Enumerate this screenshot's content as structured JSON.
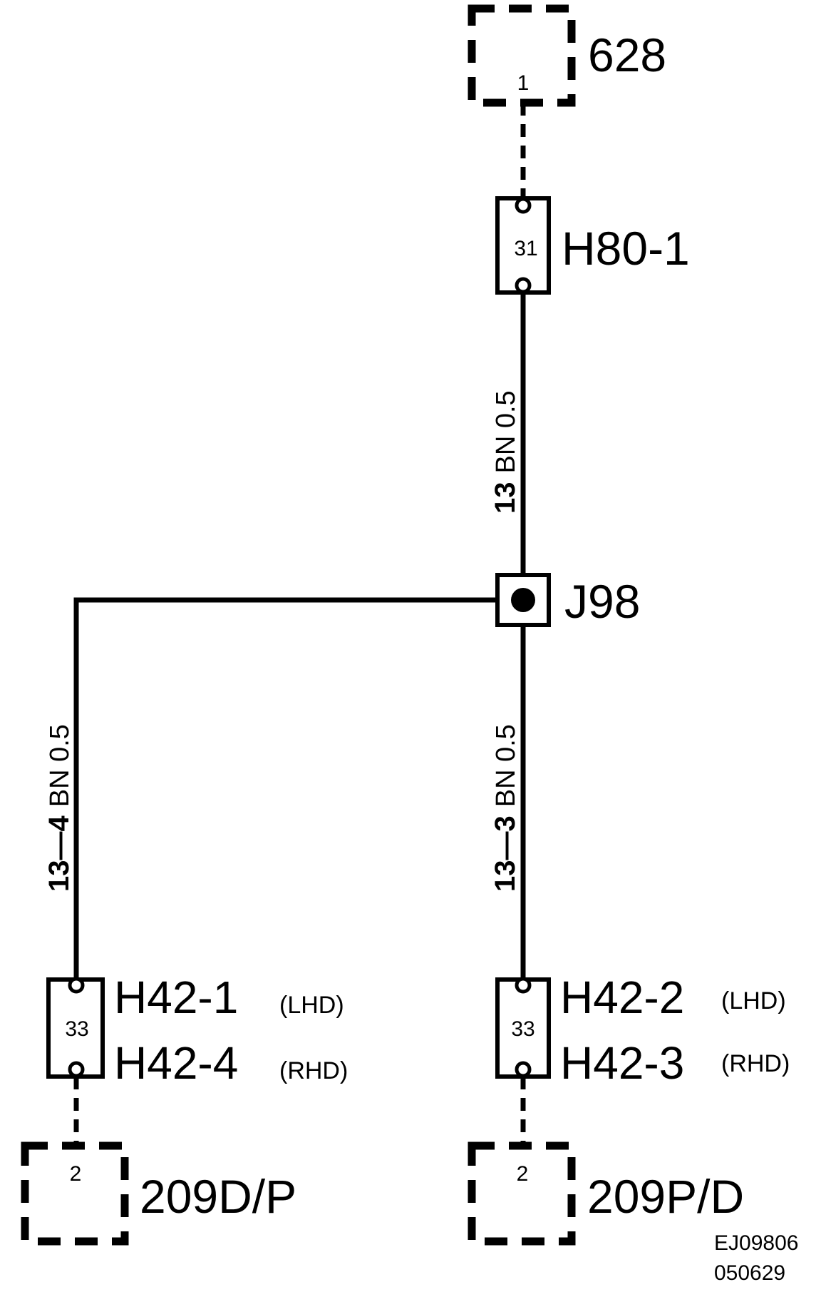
{
  "connectors": {
    "top": {
      "id": "628",
      "pin": "1"
    },
    "bottom_left": {
      "id": "209D/P",
      "pin": "2"
    },
    "bottom_right": {
      "id": "209P/D",
      "pin": "2"
    }
  },
  "inline_connectors": {
    "h80": {
      "name": "H80-1",
      "pin": "31"
    },
    "h42_left": {
      "name_lhd": "H42-1",
      "variant_lhd": "(LHD)",
      "name_rhd": "H42-4",
      "variant_rhd": "(RHD)",
      "pin": "33"
    },
    "h42_right": {
      "name_lhd": "H42-2",
      "variant_lhd": "(LHD)",
      "name_rhd": "H42-3",
      "variant_rhd": "(RHD)",
      "pin": "33"
    }
  },
  "splice": {
    "name": "J98"
  },
  "wires": {
    "top": {
      "code": "13",
      "spec": "BN  0.5"
    },
    "left": {
      "code": "13—4",
      "spec": "BN  0.5"
    },
    "right": {
      "code": "13—3",
      "spec": "BN  0.5"
    }
  },
  "reference": {
    "line1": "EJ09806",
    "line2": "050629"
  }
}
